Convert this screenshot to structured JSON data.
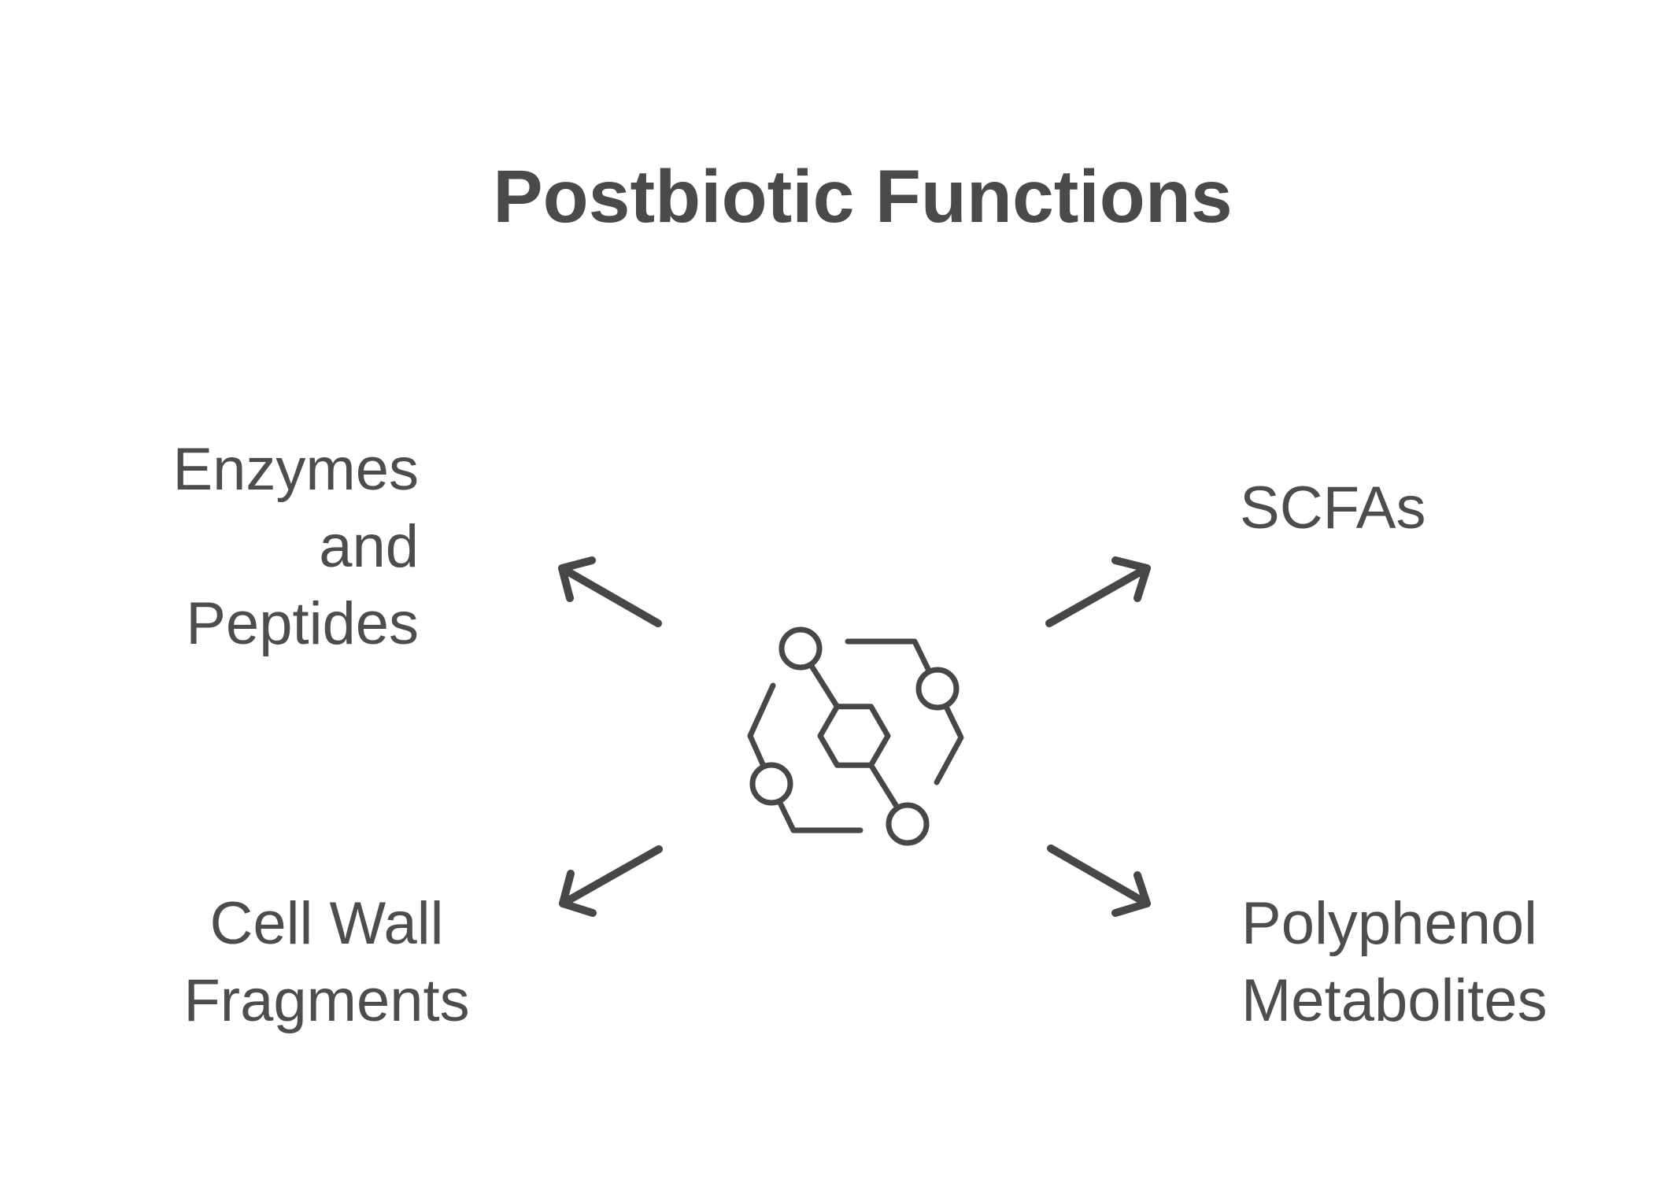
{
  "title": "Postbiotic Functions",
  "colors": {
    "background": "#ffffff",
    "title": "#4a4a4a",
    "label": "#4d4d4d",
    "line": "#474747"
  },
  "center_icon": "molecule-icon",
  "nodes": [
    {
      "id": "enzymes-peptides",
      "position": "top-left",
      "line1": "Enzymes and",
      "line2": "Peptides"
    },
    {
      "id": "scfas",
      "position": "top-right",
      "line1": "SCFAs",
      "line2": ""
    },
    {
      "id": "cell-wall-fragments",
      "position": "bottom-left",
      "line1": "Cell Wall",
      "line2": "Fragments"
    },
    {
      "id": "polyphenol-metabolites",
      "position": "bottom-right",
      "line1": "Polyphenol",
      "line2": "Metabolites"
    }
  ],
  "arrows": [
    {
      "direction": "top-left"
    },
    {
      "direction": "top-right"
    },
    {
      "direction": "bottom-left"
    },
    {
      "direction": "bottom-right"
    }
  ]
}
